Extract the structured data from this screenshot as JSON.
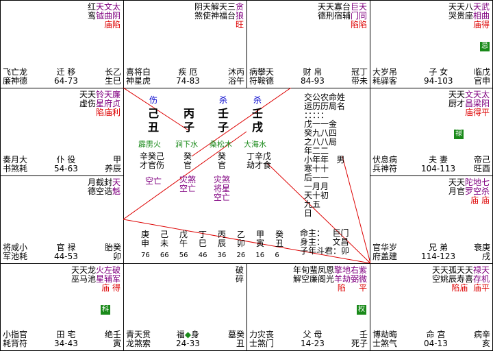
{
  "cells": [
    {
      "id": "si",
      "stars": [
        {
          "t": "文",
          "c": "purple"
        },
        {
          "t": "曲",
          "c": "purple"
        },
        {
          "t": "庙"
        }
      ],
      "stars2": [
        {
          "t": "太",
          "c": "purple"
        },
        {
          "t": "阴",
          "c": "purple"
        },
        {
          "t": "陷"
        }
      ],
      "extra": [
        [
          "天",
          "钺"
        ],
        [
          "红",
          "鸾"
        ]
      ],
      "bl": [
        "飞亡龙",
        "廉神德"
      ],
      "palace": [
        "迁 移",
        "64-73"
      ],
      "stem": [
        "长乙",
        "生巳"
      ]
    },
    {
      "id": "wu",
      "top": [
        "阴天解天三贪",
        "煞使神福台狼"
      ],
      "bright": "旺",
      "bl": [
        "喜将白",
        "神星虎"
      ],
      "palace": [
        "疾 厄",
        "74-83"
      ],
      "stem": [
        "沐丙",
        "浴午"
      ]
    },
    {
      "id": "wei",
      "top": [
        "天天寡台巨天",
        "德刑宿辅门同"
      ],
      "bright": "陷陷",
      "bl": [
        "病攀天",
        "符鞍德"
      ],
      "palace": [
        "财 帛",
        "84-93"
      ],
      "stem": [
        "冠丁",
        "带未"
      ]
    },
    {
      "id": "shen",
      "top": [
        "天天八天武",
        "哭贵座相曲"
      ],
      "bright": "庙得",
      "badge": "忌",
      "bl": [
        "大岁吊",
        "耗驿客"
      ],
      "palace": [
        "子 女",
        "94-103"
      ],
      "stem": [
        "临戊",
        "官申"
      ]
    },
    {
      "id": "chen",
      "top": [
        "天天铃天廉",
        "虚伤星府贞"
      ],
      "bright": "陷庙利",
      "bl": [
        "奏月大",
        "书煞耗"
      ],
      "palace": [
        "仆 役",
        "54-63"
      ],
      "stem": [
        "甲",
        "养辰"
      ]
    },
    {
      "id": "you",
      "top": [
        "天天文天太",
        "厨才昌梁阳"
      ],
      "bright": "庙得平",
      "badge": "禄",
      "bl": [
        "伏息病",
        "兵神符"
      ],
      "palace": [
        "夫 妻",
        "104-113"
      ],
      "stem": [
        "帝己",
        "旺酉"
      ]
    },
    {
      "id": "mao",
      "top": [
        "月截封天",
        "德空诰魁"
      ],
      "bl": [
        "将咸小",
        "军池耗"
      ],
      "palace": [
        "官 禄",
        "44-53"
      ],
      "stem": [
        "胎癸",
        "卯"
      ]
    },
    {
      "id": "xu",
      "top": [
        "天天陀地七",
        "月官罗空杀"
      ],
      "bright": "庙 庙",
      "bl": [
        "官华岁",
        "府盖建"
      ],
      "palace": [
        "兄 弟",
        "114-123"
      ],
      "stem": [
        "衰庚",
        "戌"
      ]
    },
    {
      "id": "yin",
      "top": [
        "天天龙火左破",
        "巫马池星辅军"
      ],
      "bright": "庙 得",
      "badge": "科",
      "bl": [
        "小指官",
        "耗背符"
      ],
      "palace": [
        "田 宅",
        "34-43"
      ],
      "stem": [
        "绝壬",
        "寅"
      ]
    },
    {
      "id": "chou",
      "top": [
        "破",
        "碎"
      ],
      "bl": [
        "青天贯",
        "龙煞索"
      ],
      "palace": [
        "福◆身",
        "24-33"
      ],
      "stem": [
        "墓癸",
        "丑"
      ]
    },
    {
      "id": "zi",
      "top": [
        "年旬蜚凤恩擎地右紫",
        "解空廉阁光羊劫弼微"
      ],
      "bright": "陷     平",
      "badge": "权",
      "bl": [
        "力灾丧",
        "士煞门"
      ],
      "palace": [
        "父 母",
        "14-23"
      ],
      "stem": [
        "壬",
        "死子"
      ]
    },
    {
      "id": "hai",
      "top": [
        "天天孤天天禄天",
        "空姚辰寿喜存机"
      ],
      "bright": "陷庙 庙平",
      "bl": [
        "博劫晦",
        "士煞气"
      ],
      "palace": [
        "命 宫",
        "04-13"
      ],
      "stem": [
        "病辛",
        "亥"
      ]
    }
  ],
  "center": {
    "shishen_top": [
      "伤",
      "杀",
      "杀"
    ],
    "stems": [
      "己",
      "丙",
      "壬",
      "壬"
    ],
    "branches": [
      "丑",
      "子",
      "子",
      "戌"
    ],
    "nayin": [
      "霹雳火",
      "涧下水",
      "桑松木",
      "大海水"
    ],
    "hidden": [
      "辛癸己",
      "癸",
      "癸",
      "丁辛戊"
    ],
    "hidden_god": [
      "才官伤",
      "官",
      "官",
      "劫才食"
    ],
    "kong": [
      "空亡"
    ],
    "zaisha1": [
      "灾煞",
      "空亡"
    ],
    "zaisha2": [
      "灾煞",
      "将星",
      "空亡"
    ],
    "info_cols": [
      "交运",
      "公历",
      "农历",
      "命名"
    ],
    "info_lines": [
      "戊一一金",
      "癸九八四",
      "之八八局",
      "年二二",
      "小年年",
      "寒十十",
      "后一一",
      "一月月",
      "天十初",
      "九五",
      "日"
    ],
    "gender": "男",
    "ming_zhu": "命主：",
    "ming_zhu_v": "巨门",
    "shen_zhu": "身主：",
    "shen_zhu_v": "文昌",
    "zi_dou": "子年斗君：",
    "zi_dou_v": "卯",
    "dayun_stems": [
      "庚",
      "己",
      "戊",
      "丁",
      "丙",
      "乙",
      "甲",
      "癸"
    ],
    "dayun_branches": [
      "申",
      "未",
      "午",
      "巳",
      "辰",
      "卯",
      "寅",
      "丑"
    ],
    "dayun_ages": [
      "76",
      "66",
      "56",
      "46",
      "36",
      "26",
      "16",
      "6"
    ]
  }
}
